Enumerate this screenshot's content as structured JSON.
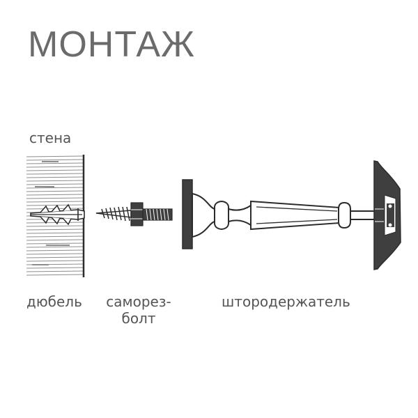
{
  "title": "МОНТАЖ",
  "labels": {
    "wall": "стена",
    "dowel": "дюбель",
    "screw_line1": "саморез-",
    "screw_line2": "болт",
    "holder": "штородержатель"
  },
  "colors": {
    "part_fill": "#3f3f3f",
    "outline": "#2b2b2b",
    "hatch": "#8c8c8c",
    "text": "#555555",
    "title": "#6b6b6b"
  }
}
